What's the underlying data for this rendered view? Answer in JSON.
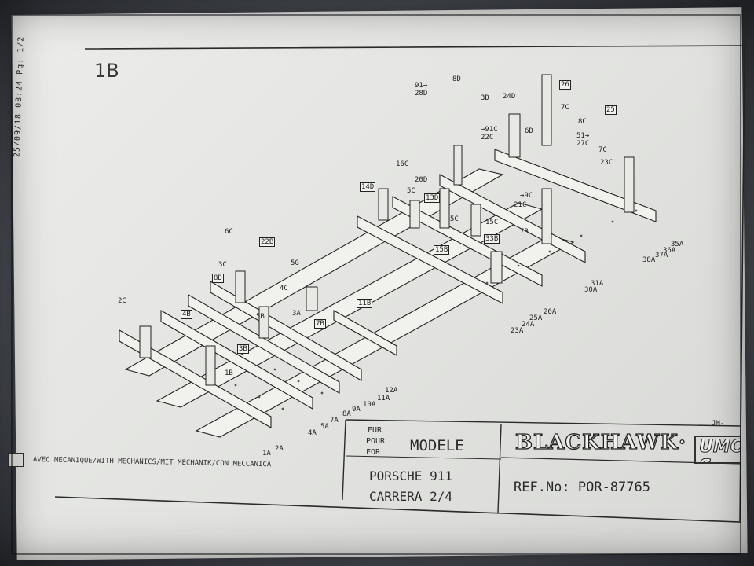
{
  "side_text": "25/09/18  08:24  Pg: 1/2",
  "sheet_label": "1B",
  "legend_text": "AVEC MECANIQUE/WITH MECHANICS/MIT MECHANIK/CON MECCANICA",
  "title_block": {
    "for_line1": "FUR",
    "for_line2": "POUR",
    "for_line3": "FOR",
    "modele": "MODELE",
    "model_name": "PORSCHE 911",
    "model_variant": "CARRERA 2/4",
    "ref": "REF.No: POR-87765",
    "brand": "BLACKHAWK·",
    "brand_box": "UMO S",
    "corner_mark": "JM-"
  },
  "part_labels": [
    {
      "id": "91",
      "text": "91→"
    },
    {
      "id": "28D",
      "text": "28D"
    },
    {
      "id": "8D",
      "text": "8D"
    },
    {
      "id": "3D",
      "text": "3D"
    },
    {
      "id": "24D",
      "text": "24D"
    },
    {
      "id": "26",
      "text": "26",
      "boxed": true
    },
    {
      "id": "7C",
      "text": "7C"
    },
    {
      "id": "8C",
      "text": "8C"
    },
    {
      "id": "25",
      "text": "25",
      "boxed": true
    },
    {
      "id": "9C",
      "text": "→91C"
    },
    {
      "id": "22C",
      "text": "22C"
    },
    {
      "id": "6D",
      "text": "6D"
    },
    {
      "id": "51",
      "text": "51→"
    },
    {
      "id": "27C",
      "text": "27C"
    },
    {
      "id": "7C2",
      "text": "7C"
    },
    {
      "id": "23C",
      "text": "23C"
    },
    {
      "id": "16C",
      "text": "16C"
    },
    {
      "id": "20D",
      "text": "20D"
    },
    {
      "id": "14D",
      "text": "14D",
      "boxed": true
    },
    {
      "id": "5C",
      "text": "5C"
    },
    {
      "id": "13D",
      "text": "13D",
      "boxed": true
    },
    {
      "id": "9Cb",
      "text": "→9C"
    },
    {
      "id": "21C",
      "text": "21C"
    },
    {
      "id": "5Cb",
      "text": "5C"
    },
    {
      "id": "15C",
      "text": "15C"
    },
    {
      "id": "7B",
      "text": "7B"
    },
    {
      "id": "6C",
      "text": "6C"
    },
    {
      "id": "22B",
      "text": "22B",
      "boxed": true
    },
    {
      "id": "15B",
      "text": "15B",
      "boxed": true
    },
    {
      "id": "33B",
      "text": "33B",
      "boxed": true
    },
    {
      "id": "3C",
      "text": "3C"
    },
    {
      "id": "5G",
      "text": "5G"
    },
    {
      "id": "8D2",
      "text": "8D",
      "boxed": true
    },
    {
      "id": "4C",
      "text": "4C"
    },
    {
      "id": "2C",
      "text": "2C"
    },
    {
      "id": "4B",
      "text": "4B",
      "boxed": true
    },
    {
      "id": "5B",
      "text": "5B"
    },
    {
      "id": "3A",
      "text": "3A"
    },
    {
      "id": "7B2",
      "text": "7B",
      "boxed": true
    },
    {
      "id": "11B",
      "text": "11B",
      "boxed": true
    },
    {
      "id": "3B",
      "text": "3B",
      "boxed": true
    },
    {
      "id": "1B",
      "text": "1B"
    },
    {
      "id": "35A",
      "text": "35A"
    },
    {
      "id": "36A",
      "text": "36A"
    },
    {
      "id": "37A",
      "text": "37A"
    },
    {
      "id": "38A",
      "text": "38A"
    },
    {
      "id": "31A",
      "text": "31A"
    },
    {
      "id": "30A",
      "text": "30A"
    },
    {
      "id": "26A",
      "text": "26A"
    },
    {
      "id": "25A",
      "text": "25A"
    },
    {
      "id": "24A",
      "text": "24A"
    },
    {
      "id": "23A",
      "text": "23A"
    },
    {
      "id": "12A",
      "text": "12A"
    },
    {
      "id": "11A",
      "text": "11A"
    },
    {
      "id": "10A",
      "text": "10A"
    },
    {
      "id": "9A",
      "text": "9A"
    },
    {
      "id": "8A",
      "text": "8A"
    },
    {
      "id": "7A",
      "text": "7A"
    },
    {
      "id": "5A",
      "text": "5A"
    },
    {
      "id": "4A",
      "text": "4A"
    },
    {
      "id": "2A",
      "text": "2A"
    },
    {
      "id": "1A",
      "text": "1A"
    }
  ]
}
